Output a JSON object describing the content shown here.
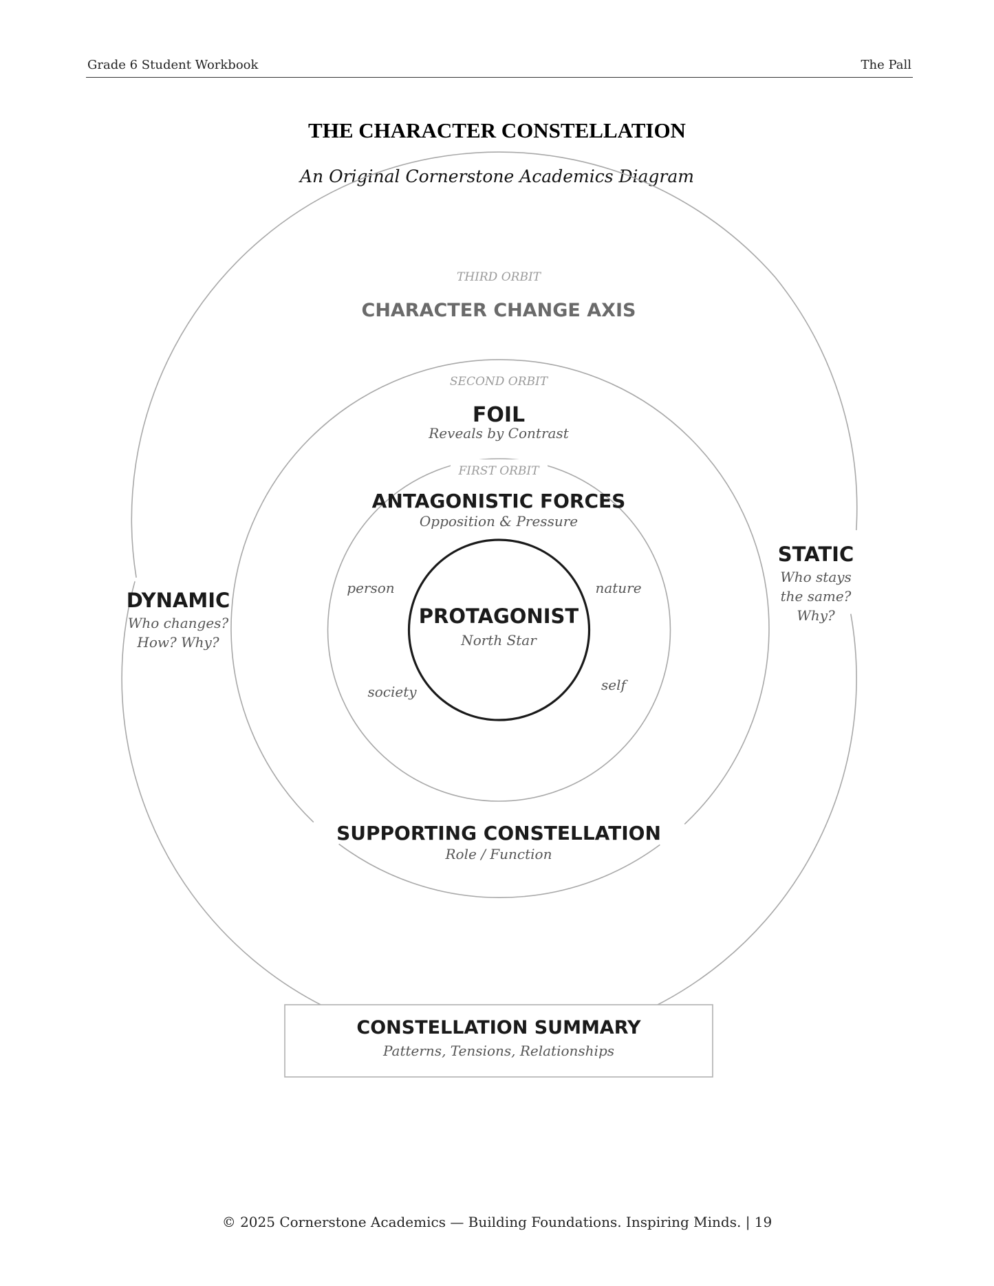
{
  "header": {
    "left": "Grade 6 Student Workbook",
    "right": "The Pall"
  },
  "title": "THE CHARACTER CONSTELLATION",
  "subtitle": "An Original Cornerstone Academics Diagram",
  "diagram": {
    "third_orbit": {
      "orbit_label": "THIRD ORBIT",
      "title": "CHARACTER CHANGE AXIS",
      "dynamic": {
        "title": "DYNAMIC",
        "line1": "Who changes?",
        "line2": "How? Why?"
      },
      "static": {
        "title": "STATIC",
        "line1": "Who stays",
        "line2": "the same?",
        "line3": "Why?"
      }
    },
    "second_orbit": {
      "orbit_label": "SECOND ORBIT",
      "title": "FOIL",
      "desc": "Reveals by Contrast",
      "supporting": {
        "title": "SUPPORTING CONSTELLATION",
        "desc": "Role / Function"
      }
    },
    "first_orbit": {
      "orbit_label": "FIRST ORBIT",
      "title": "ANTAGONISTIC FORCES",
      "desc": "Opposition & Pressure",
      "forces": [
        "person",
        "nature",
        "society",
        "self"
      ]
    },
    "center": {
      "title": "PROTAGONIST",
      "desc": "North Star"
    },
    "summary": {
      "title": "CONSTELLATION SUMMARY",
      "desc": "Patterns, Tensions, Relationships"
    }
  },
  "footer": "© 2025 Cornerstone Academics — Building Foundations. Inspiring Minds. | 19"
}
